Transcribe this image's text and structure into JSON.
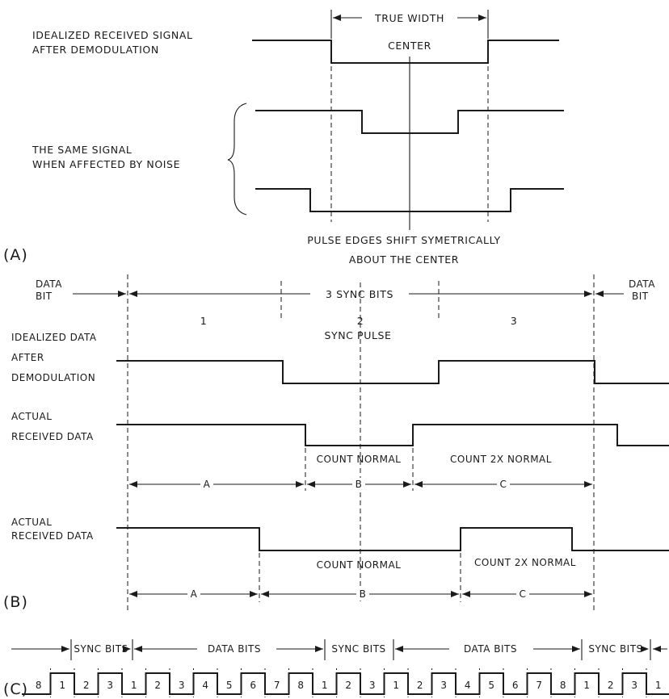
{
  "panel_a": {
    "panel_label": "(A)",
    "idealized_line1": "IDEALIZED RECEIVED SIGNAL",
    "idealized_line2": "AFTER DEMODULATION",
    "true_width": "TRUE WIDTH",
    "center": "CENTER",
    "noise_line1": "THE SAME SIGNAL",
    "noise_line2": "WHEN AFFECTED BY NOISE",
    "note_line1": "PULSE EDGES SHIFT SYMETRICALLY",
    "note_line2": "ABOUT THE CENTER"
  },
  "panel_b": {
    "panel_label": "(B)",
    "data_bit_left_1": "DATA",
    "data_bit_left_2": "BIT",
    "data_bit_right_1": "DATA",
    "data_bit_right_2": "BIT",
    "sync_bits": "3 SYNC BITS",
    "bit_numbers": [
      "1",
      "2",
      "3"
    ],
    "sync_pulse": "SYNC PULSE",
    "idealized_1": "IDEALIZED DATA",
    "idealized_2": "AFTER",
    "idealized_3": "DEMODULATION",
    "actual_1a": "ACTUAL",
    "actual_1b": "RECEIVED DATA",
    "count_normal_1": "COUNT NORMAL",
    "count_2x_1": "COUNT 2X NORMAL",
    "intervals_1": [
      "A",
      "B",
      "C"
    ],
    "actual_2a": "ACTUAL",
    "actual_2b": "RECEIVED DATA",
    "count_normal_2": "COUNT NORMAL",
    "count_2x_2": "COUNT 2X NORMAL",
    "intervals_2": [
      "A",
      "B",
      "C"
    ]
  },
  "panel_c": {
    "panel_label": "(C)",
    "groups": [
      "SYNC BITS",
      "DATA BITS",
      "SYNC BITS",
      "DATA BITS",
      "SYNC BITS"
    ],
    "bit_cells": [
      "8",
      "1",
      "2",
      "3",
      "1",
      "2",
      "3",
      "4",
      "5",
      "6",
      "7",
      "8",
      "1",
      "2",
      "3",
      "1",
      "2",
      "3",
      "4",
      "5",
      "6",
      "7",
      "8",
      "1",
      "2",
      "3",
      "1"
    ]
  }
}
